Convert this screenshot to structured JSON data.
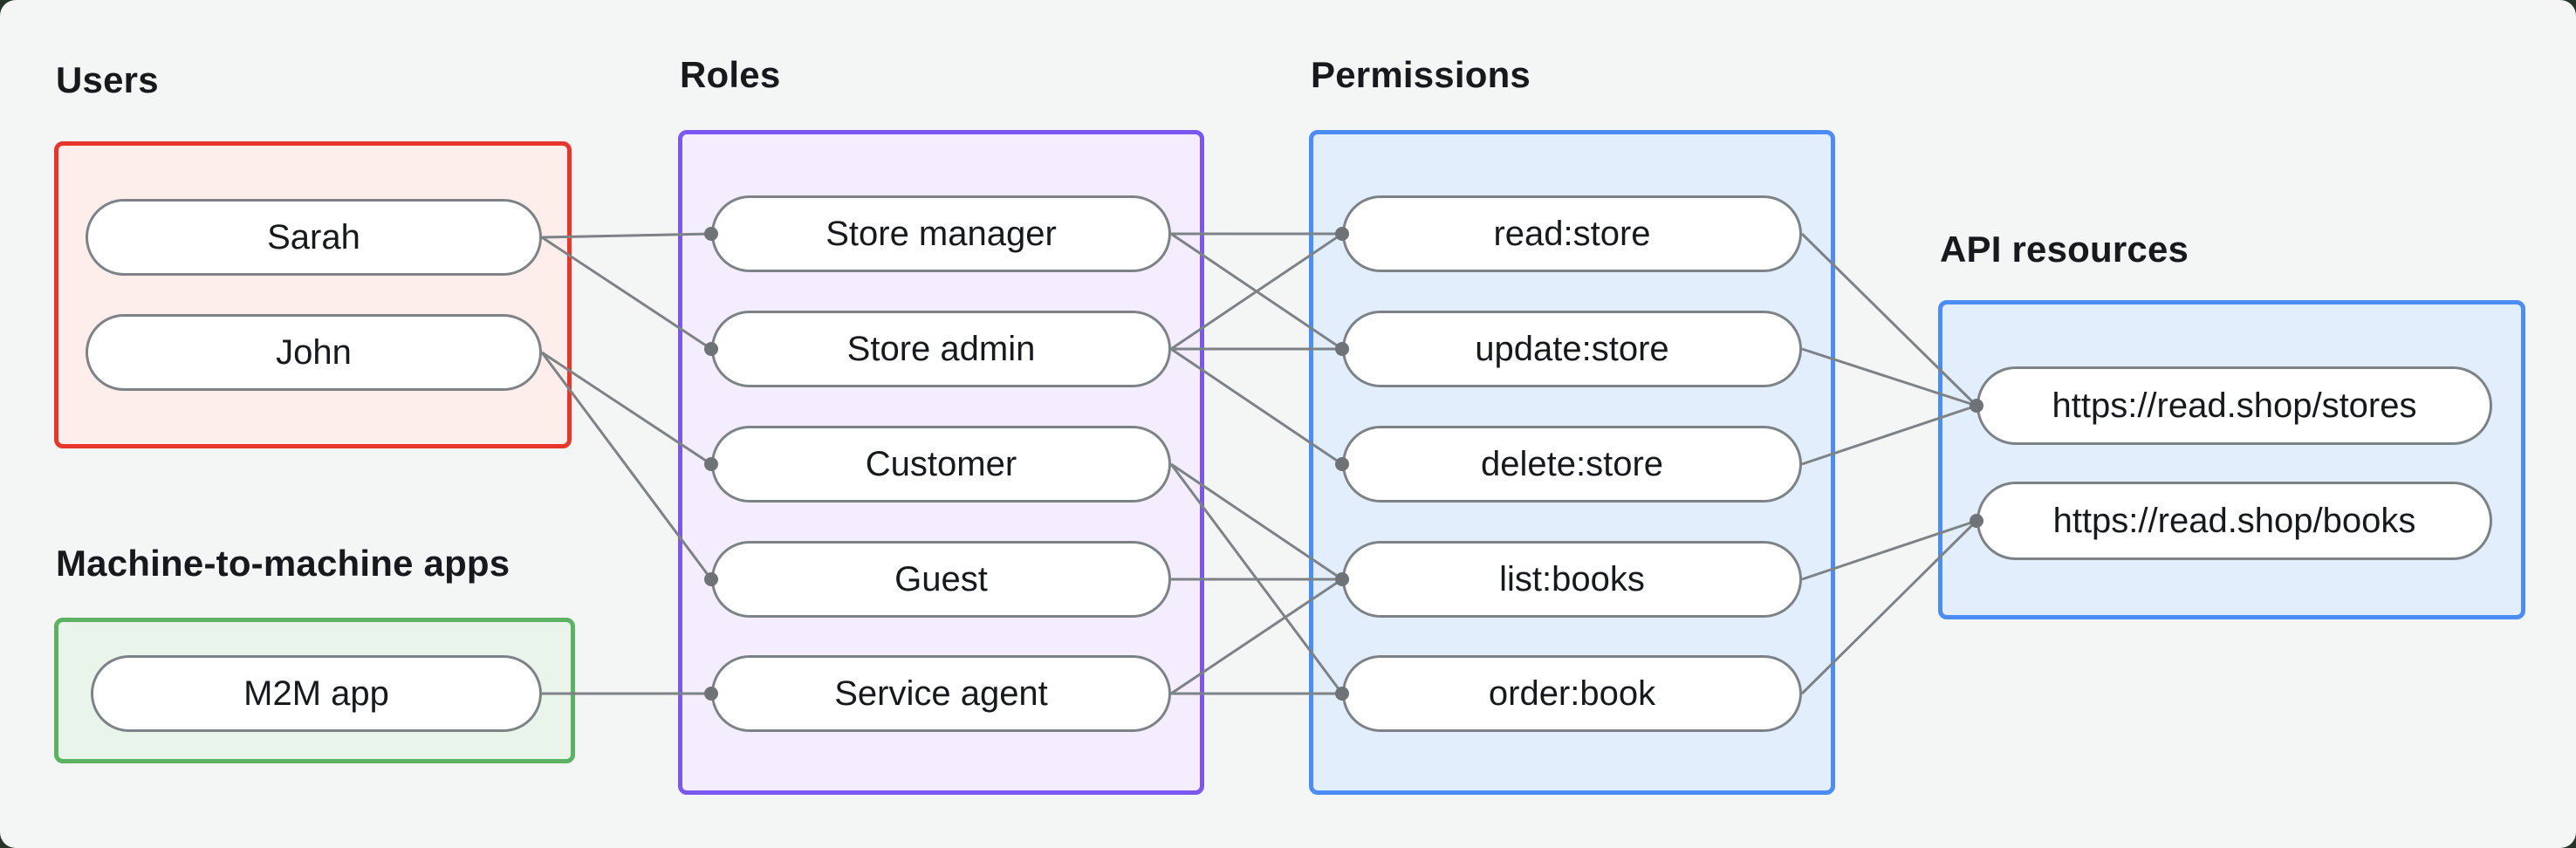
{
  "groups": {
    "users": {
      "label": "Users"
    },
    "m2m": {
      "label": "Machine-to-machine apps"
    },
    "roles": {
      "label": "Roles"
    },
    "permissions": {
      "label": "Permissions"
    },
    "api": {
      "label": "API resources"
    }
  },
  "nodes": {
    "sarah": {
      "label": "Sarah",
      "group": "users"
    },
    "john": {
      "label": "John",
      "group": "users"
    },
    "m2m_app": {
      "label": "M2M app",
      "group": "m2m"
    },
    "store_manager": {
      "label": "Store manager",
      "group": "roles"
    },
    "store_admin": {
      "label": "Store admin",
      "group": "roles"
    },
    "customer": {
      "label": "Customer",
      "group": "roles"
    },
    "guest": {
      "label": "Guest",
      "group": "roles"
    },
    "service_agent": {
      "label": "Service agent",
      "group": "roles"
    },
    "read_store": {
      "label": "read:store",
      "group": "permissions"
    },
    "update_store": {
      "label": "update:store",
      "group": "permissions"
    },
    "delete_store": {
      "label": "delete:store",
      "group": "permissions"
    },
    "list_books": {
      "label": "list:books",
      "group": "permissions"
    },
    "order_book": {
      "label": "order:book",
      "group": "permissions"
    },
    "stores": {
      "label": "https://read.shop/stores",
      "group": "api"
    },
    "books": {
      "label": "https://read.shop/books",
      "group": "api"
    }
  },
  "edges": [
    {
      "from": "sarah",
      "to": "store_manager"
    },
    {
      "from": "sarah",
      "to": "store_admin"
    },
    {
      "from": "john",
      "to": "customer"
    },
    {
      "from": "john",
      "to": "guest"
    },
    {
      "from": "m2m_app",
      "to": "service_agent"
    },
    {
      "from": "store_manager",
      "to": "read_store"
    },
    {
      "from": "store_manager",
      "to": "update_store"
    },
    {
      "from": "store_admin",
      "to": "read_store"
    },
    {
      "from": "store_admin",
      "to": "update_store"
    },
    {
      "from": "store_admin",
      "to": "delete_store"
    },
    {
      "from": "customer",
      "to": "list_books"
    },
    {
      "from": "customer",
      "to": "order_book"
    },
    {
      "from": "guest",
      "to": "list_books"
    },
    {
      "from": "service_agent",
      "to": "list_books"
    },
    {
      "from": "service_agent",
      "to": "order_book"
    },
    {
      "from": "read_store",
      "to": "stores"
    },
    {
      "from": "update_store",
      "to": "stores"
    },
    {
      "from": "delete_store",
      "to": "stores"
    },
    {
      "from": "list_books",
      "to": "books"
    },
    {
      "from": "order_book",
      "to": "books"
    }
  ],
  "colors": {
    "page-bg": "#263328",
    "canvas-bg": "#f4f6f6",
    "text": "#17191c",
    "users-border": "#e5372b",
    "users-fill": "#fdeeec",
    "m2m-border": "#5bb263",
    "m2m-fill": "#e9f5ea",
    "roles-border": "#7b57f2",
    "roles-fill": "#f3edfd",
    "permissions-border": "#4c8cf5",
    "permissions-fill": "#e2eefc",
    "api-border": "#4c8cf5",
    "api-fill": "#e2eefc",
    "edge-line": "#7d8286",
    "edge-dot": "#6e7377",
    "pill-border": "#7d8286",
    "pill-fill": "#ffffff"
  }
}
